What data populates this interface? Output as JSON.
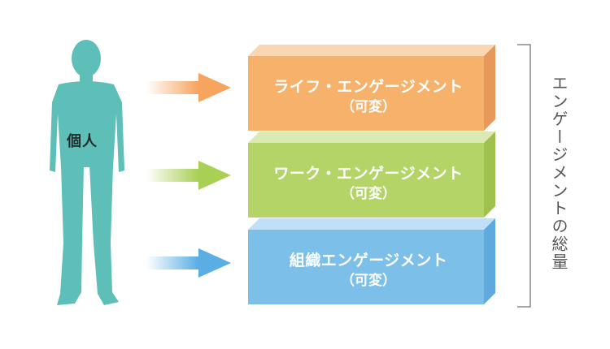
{
  "person": {
    "label": "個人",
    "color": "#5dbfb8"
  },
  "blocks": [
    {
      "id": "life",
      "title": "ライフ・エンゲージメント",
      "note": "（可変）",
      "color": "#f6b26b"
    },
    {
      "id": "work",
      "title": "ワーク・エンゲージメント",
      "note": "（可変）",
      "color": "#b4d468"
    },
    {
      "id": "org",
      "title": "組織エンゲージメント",
      "note": "（可変）",
      "color": "#7cc0ea"
    }
  ],
  "bracket_label": "エンゲージメントの総量"
}
